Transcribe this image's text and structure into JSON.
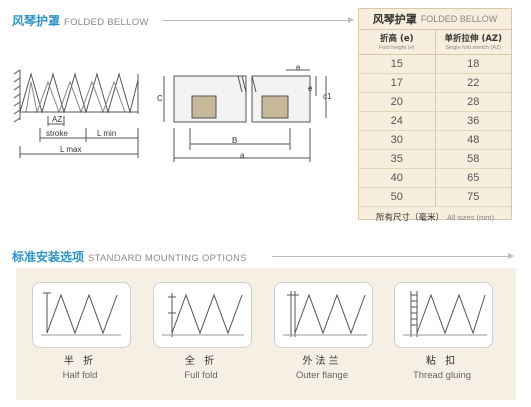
{
  "section1": {
    "title_zh": "风琴护罩",
    "title_en": "FOLDED BELLOW"
  },
  "diagram_left": {
    "az": "AZ",
    "stroke": "stroke",
    "lmin": "L min",
    "lmax": "L max"
  },
  "diagram_right": {
    "c": "C",
    "e": "e",
    "c1": "c1",
    "b": "B",
    "a": "a"
  },
  "table": {
    "title_zh": "风琴护罩",
    "title_en": "FOLDED BELLOW",
    "col1_zh": "折高 (e)",
    "col1_en": "Fold height (e)",
    "col2_zh": "单折拉伸 (AZ)",
    "col2_en": "Single fold stretch (AZ)",
    "rows": [
      [
        "15",
        "18"
      ],
      [
        "17",
        "22"
      ],
      [
        "20",
        "28"
      ],
      [
        "24",
        "36"
      ],
      [
        "30",
        "48"
      ],
      [
        "35",
        "58"
      ],
      [
        "40",
        "65"
      ],
      [
        "50",
        "75"
      ]
    ],
    "foot_zh": "所有尺寸（毫米）",
    "foot_en": "All sizes (mm)"
  },
  "section2": {
    "title_zh": "标准安装选项",
    "title_en": "STANDARD MOUNTING OPTIONS"
  },
  "options": [
    {
      "zh": "半 折",
      "en": "Half fold"
    },
    {
      "zh": "全 折",
      "en": "Full fold"
    },
    {
      "zh": "外法兰",
      "en": "Outer flange"
    },
    {
      "zh": "粘 扣",
      "en": "Thread gluing"
    }
  ],
  "colors": {
    "accent": "#2f93c6",
    "table_bg": "#f7eedd",
    "panel_bg": "#f5efe4"
  }
}
